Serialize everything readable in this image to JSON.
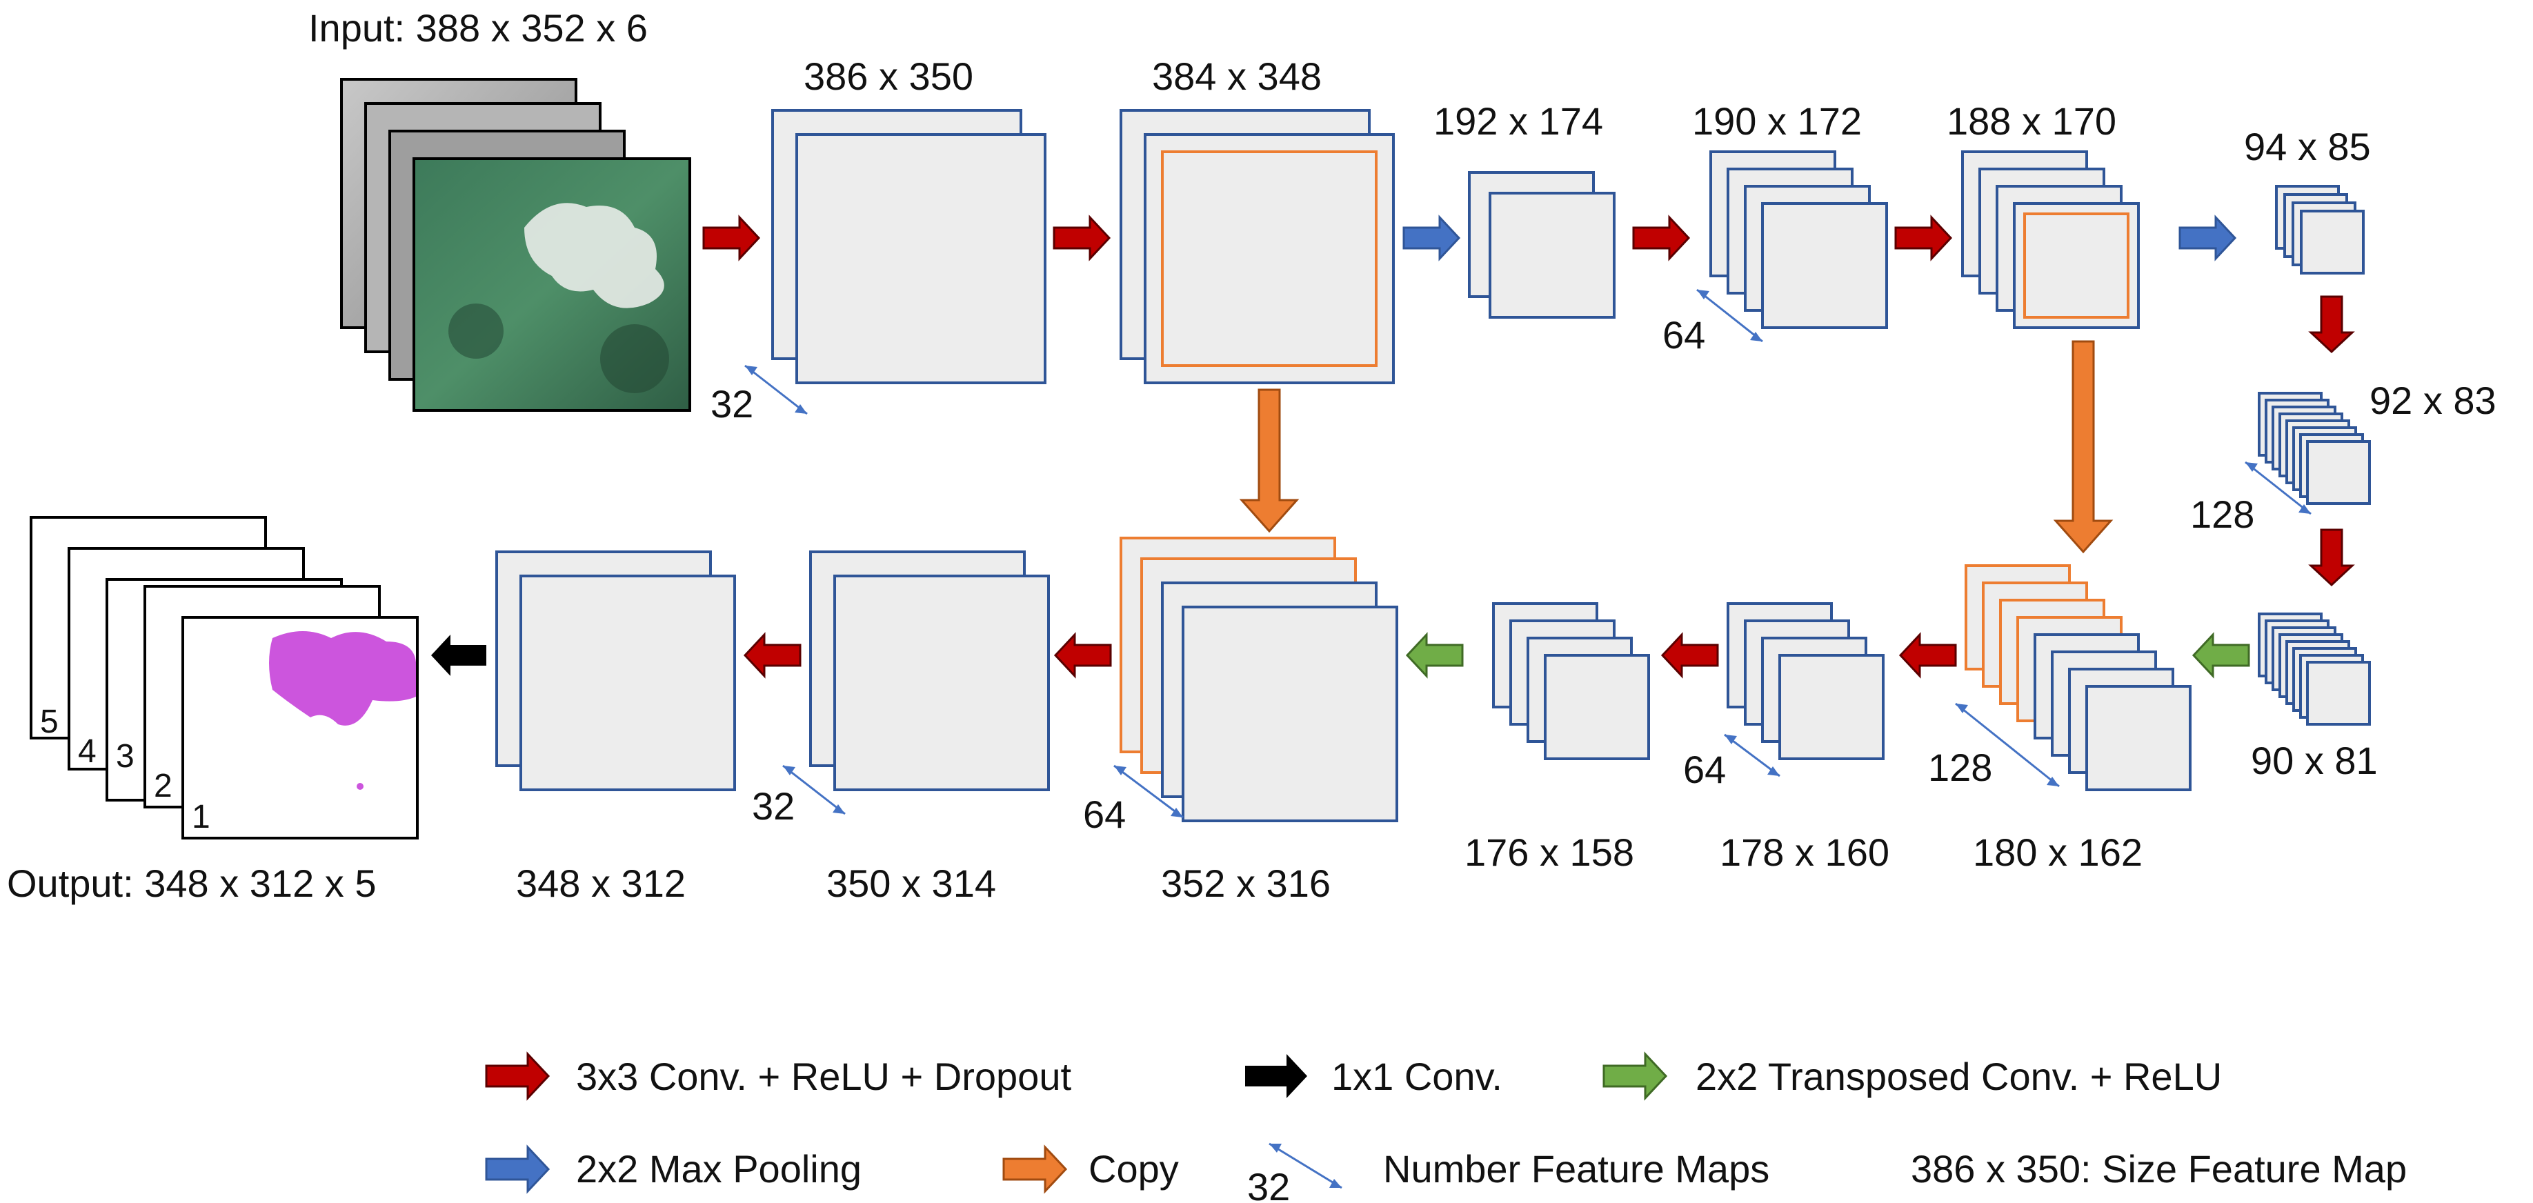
{
  "colors": {
    "conv": "#c00000",
    "pool": "#4472c4",
    "copy": "#ed7d31",
    "upconv": "#70ad47",
    "final": "#000000",
    "featureBorder": "#2f5597",
    "featureFill": "#ededed",
    "copyBorder": "#ed7d31",
    "output": "#cc55dd"
  },
  "input": {
    "label": "Input: 388 x 352 x 6",
    "channels": 6
  },
  "output": {
    "label": "Output: 348 x 312 x 5",
    "class_numbers": [
      "1",
      "2",
      "3",
      "4",
      "5"
    ]
  },
  "feature_maps": [
    {
      "size": "386 x 350",
      "maps": "32"
    },
    {
      "size": "384 x 348"
    },
    {
      "size": "192 x 174"
    },
    {
      "size": "190 x 172",
      "maps": "64"
    },
    {
      "size": "188 x 170"
    },
    {
      "size": "94 x 85"
    },
    {
      "size": "92 x 83",
      "maps": "128"
    },
    {
      "size": "90 x 81"
    },
    {
      "size": "180 x 162",
      "maps": "128"
    },
    {
      "size": "178 x 160",
      "maps": "64"
    },
    {
      "size": "176 x 158"
    },
    {
      "size": "352 x 316",
      "maps": "64"
    },
    {
      "size": "350 x 314",
      "maps": "32"
    },
    {
      "size": "348 x 312"
    }
  ],
  "legend": {
    "conv": "3x3 Conv. + ReLU + Dropout",
    "final": "1x1 Conv.",
    "upconv": "2x2 Transposed Conv. + ReLU",
    "pool": "2x2 Max Pooling",
    "copy": "Copy",
    "maps_number": "32",
    "maps_label": "Number Feature Maps",
    "size_label": "386 x 350: Size Feature Map"
  }
}
